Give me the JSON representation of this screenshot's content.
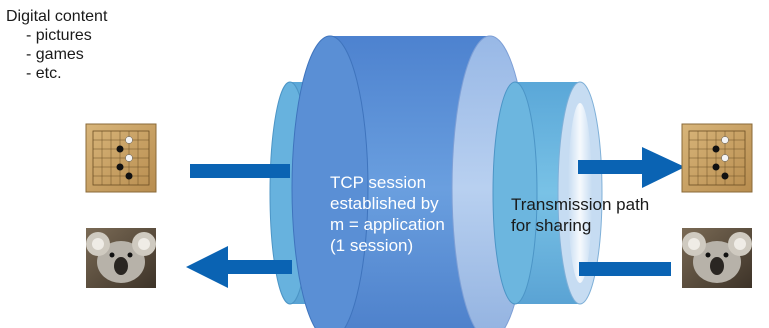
{
  "content_list": {
    "heading": "Digital content",
    "items": [
      "- pictures",
      "- games",
      "- etc."
    ]
  },
  "session_label": {
    "lines": [
      "TCP session",
      "established by",
      "m = application",
      "(1 session)"
    ]
  },
  "path_label": {
    "lines": [
      "Transmission path",
      "for sharing"
    ]
  },
  "icons": {
    "left_top": "go-board-icon",
    "left_bottom": "koala-photo-icon",
    "right_top": "go-board-icon",
    "right_bottom": "koala-photo-icon"
  },
  "colors": {
    "arrow": "#0a63b3",
    "pipe_body": "#5f95d8",
    "pipe_ring": "#6cb6df",
    "pipe_end": "#a8c4ea"
  }
}
